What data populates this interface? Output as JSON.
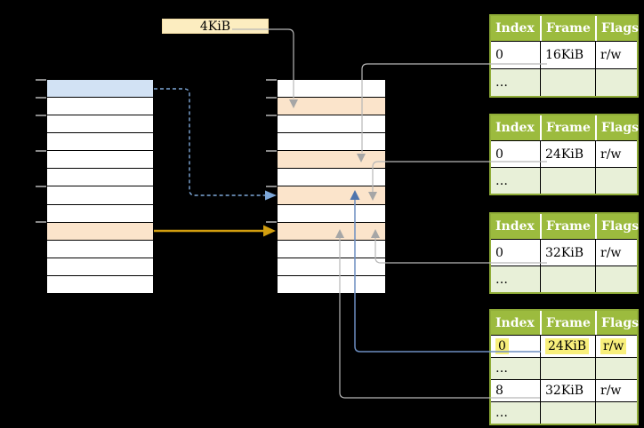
{
  "page_size_label": "4KiB",
  "colors": {
    "bg": "#000000",
    "row_white": "#ffffff",
    "row_blue": "#d2e2f4",
    "row_orange": "#fbe4cb",
    "cream": "#fcedc0",
    "cream_border": "#f3dda4",
    "green_header": "#9cbb3e",
    "green_border": "#8fac37",
    "green_light": "#e8f0d8",
    "yellow_highlight": "#f8ef7b",
    "gray_line": "#b7b7b7",
    "gray_head": "#a6a6a6",
    "blue_line": "#6d8ec1",
    "blue_head": "#4e74ad",
    "blue_dash": "#7da7d8",
    "orange_line": "#d29e0f",
    "tick": "#8a8a8a"
  },
  "left_memory_column": {
    "rows": [
      "blue",
      "white",
      "white",
      "white",
      "white",
      "white",
      "white",
      "white",
      "orange",
      "white",
      "white",
      "white"
    ]
  },
  "middle_memory_column": {
    "rows": [
      "white",
      "orange",
      "white",
      "white",
      "orange",
      "white",
      "orange",
      "white",
      "orange",
      "white",
      "white",
      "white"
    ]
  },
  "page_tables": [
    {
      "id": "page-table-1",
      "headers": [
        "Index",
        "Frame",
        "Flags"
      ],
      "rows": [
        {
          "cells": [
            "0",
            "16KiB",
            "r/w"
          ],
          "shaded": false,
          "highlight": false
        },
        {
          "cells": [
            "…",
            "",
            ""
          ],
          "shaded": true,
          "highlight": false
        }
      ]
    },
    {
      "id": "page-table-2",
      "headers": [
        "Index",
        "Frame",
        "Flags"
      ],
      "rows": [
        {
          "cells": [
            "0",
            "24KiB",
            "r/w"
          ],
          "shaded": false,
          "highlight": false
        },
        {
          "cells": [
            "…",
            "",
            ""
          ],
          "shaded": true,
          "highlight": false
        }
      ]
    },
    {
      "id": "page-table-3",
      "headers": [
        "Index",
        "Frame",
        "Flags"
      ],
      "rows": [
        {
          "cells": [
            "0",
            "32KiB",
            "r/w"
          ],
          "shaded": false,
          "highlight": false
        },
        {
          "cells": [
            "…",
            "",
            ""
          ],
          "shaded": true,
          "highlight": false
        }
      ]
    },
    {
      "id": "page-table-4",
      "headers": [
        "Index",
        "Frame",
        "Flags"
      ],
      "rows": [
        {
          "cells": [
            "0",
            "24KiB",
            "r/w"
          ],
          "shaded": false,
          "highlight": true
        },
        {
          "cells": [
            "…",
            "",
            ""
          ],
          "shaded": true,
          "highlight": false
        },
        {
          "cells": [
            "8",
            "32KiB",
            "r/w"
          ],
          "shaded": false,
          "highlight": false
        },
        {
          "cells": [
            "…",
            "",
            ""
          ],
          "shaded": true,
          "highlight": false
        }
      ]
    }
  ]
}
